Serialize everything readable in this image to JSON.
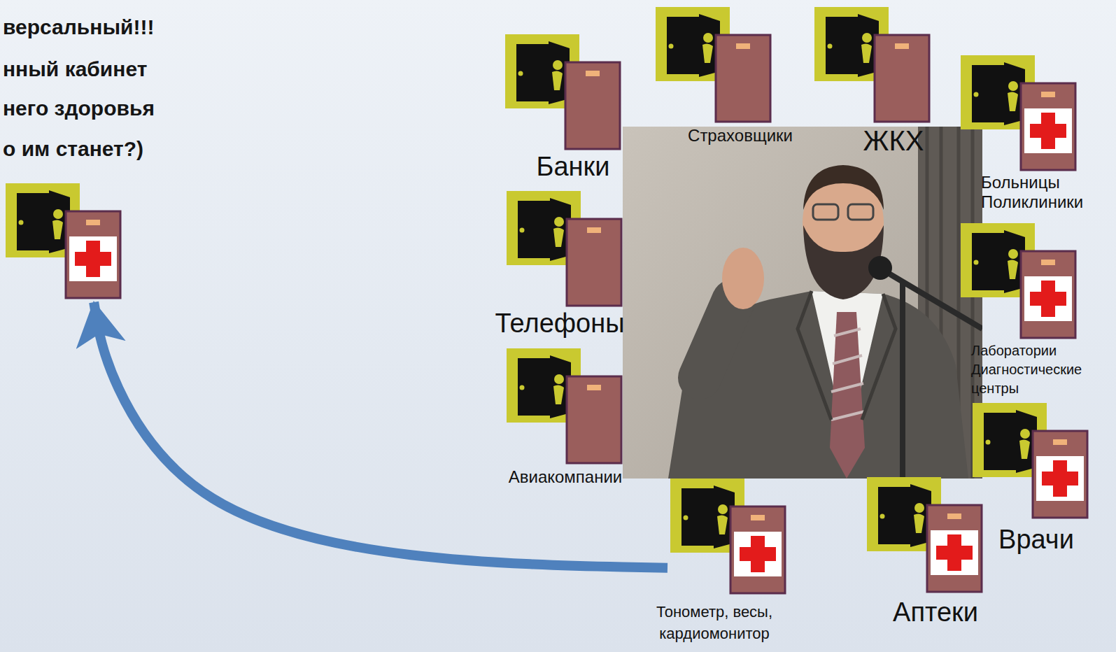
{
  "diagram": {
    "nodes": [
      {
        "text": []
      },
      {
        "text": [
          "Банки"
        ]
      },
      {
        "text": [
          "Страховщики"
        ]
      },
      {
        "text": [
          "ЖКХ"
        ]
      },
      {
        "text": [
          "Больницы Поликлиники"
        ]
      },
      {
        "text": [
          "Телефоны"
        ]
      },
      {
        "text": [
          "Лаборатории Диагностические центры"
        ]
      },
      {
        "text": [
          "Авиакомпании"
        ]
      },
      {
        "text": [
          "Врачи"
        ]
      },
      {
        "text": [
          "Тонометр, весы, кардиомонитор"
        ]
      },
      {
        "text": [
          "Аптеки"
        ]
      }
    ],
    "edges": [
      {
        "from": 9,
        "to": 0,
        "arrow": "to"
      }
    ],
    "labels": [
      "версальный!!!",
      "нный кабинет",
      "него здоровья",
      "о им станет?)"
    ]
  }
}
